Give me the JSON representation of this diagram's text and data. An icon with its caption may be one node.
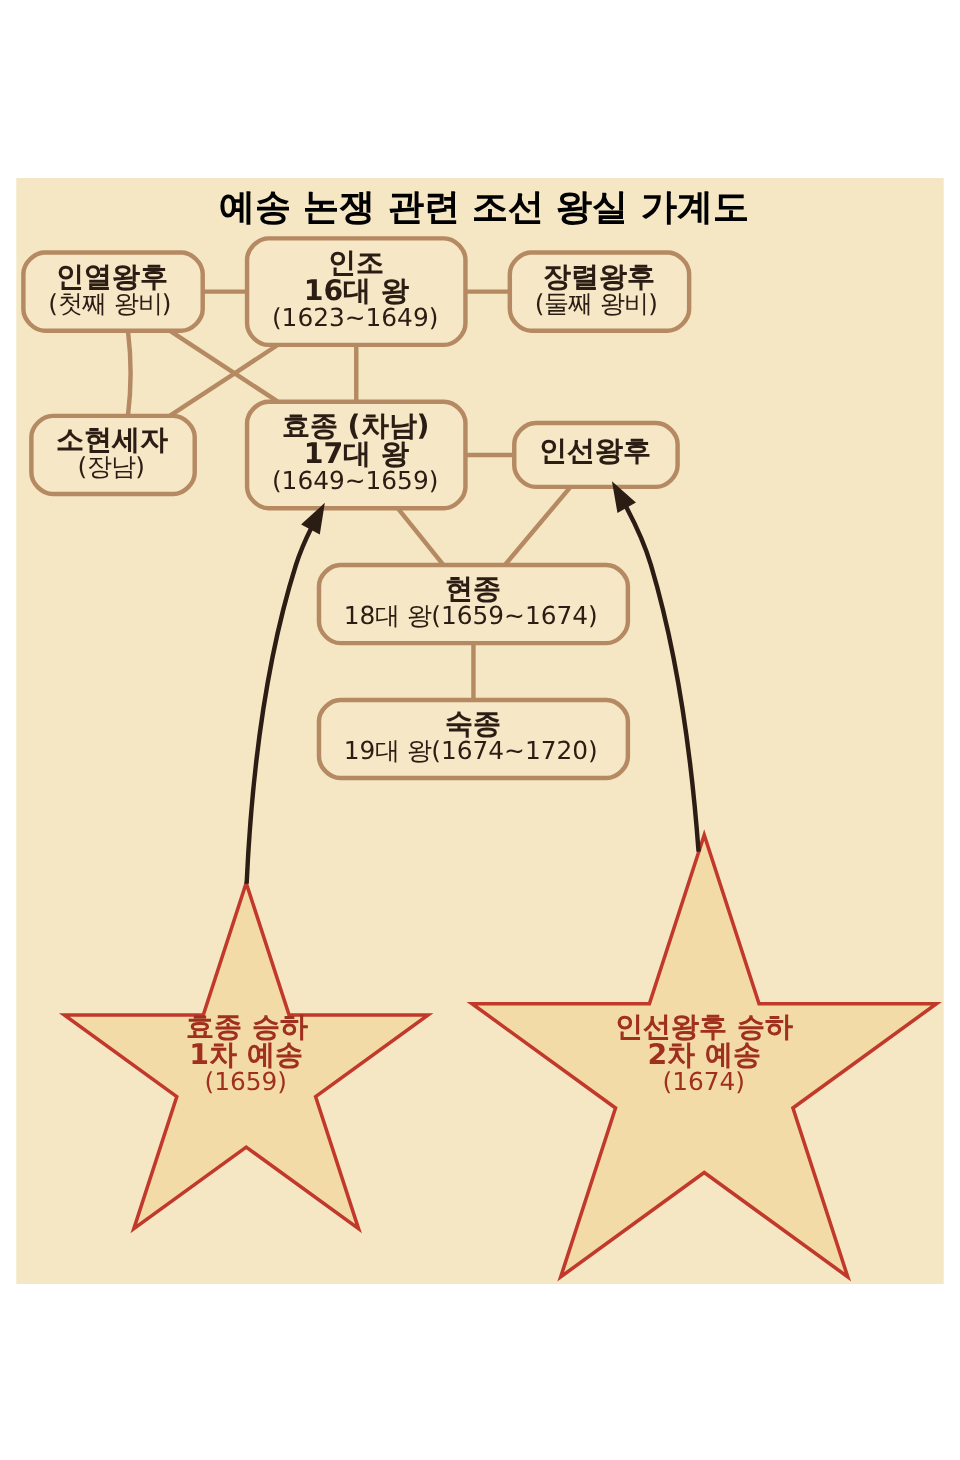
{
  "diagram": {
    "title": "예송 논쟁 관련 조선 왕실 가계도",
    "nodes": [
      {
        "text": [
          "인열왕후",
          "(첫째 왕비)"
        ]
      },
      {
        "text": [
          "인조",
          "16대 왕",
          "(1623~1649)"
        ]
      },
      {
        "text": [
          "장렬왕후",
          "(둘째 왕비)"
        ]
      },
      {
        "text": [
          "소현세자",
          "(장남)"
        ]
      },
      {
        "text": [
          "효종 (차남)",
          "17대 왕",
          "(1649~1659)"
        ]
      },
      {
        "text": [
          "인선왕후"
        ]
      },
      {
        "text": [
          "현종",
          "18대 왕(1659~1674)"
        ]
      },
      {
        "text": [
          "숙종",
          "19대 왕(1674~1720)"
        ]
      },
      {
        "text": [
          "효종 승하",
          "1차 예송",
          "(1659)"
        ]
      },
      {
        "text": [
          "인선왕후 승하",
          "2차 예송",
          "(1674)"
        ]
      }
    ],
    "edges": [
      {
        "from": 0,
        "to": 1,
        "arrow": "none"
      },
      {
        "from": 1,
        "to": 2,
        "arrow": "none"
      },
      {
        "from": 0,
        "to": 3,
        "arrow": "none"
      },
      {
        "from": 1,
        "to": 3,
        "arrow": "none"
      },
      {
        "from": 0,
        "to": 4,
        "arrow": "none"
      },
      {
        "from": 1,
        "to": 4,
        "arrow": "none"
      },
      {
        "from": 4,
        "to": 5,
        "arrow": "none"
      },
      {
        "from": 4,
        "to": 6,
        "arrow": "none"
      },
      {
        "from": 5,
        "to": 6,
        "arrow": "none"
      },
      {
        "from": 6,
        "to": 7,
        "arrow": "none"
      },
      {
        "from": 8,
        "to": 4,
        "arrow": "to",
        "color": "#2b1d14"
      },
      {
        "from": 9,
        "to": 5,
        "arrow": "to",
        "color": "#2b1d14"
      }
    ]
  }
}
